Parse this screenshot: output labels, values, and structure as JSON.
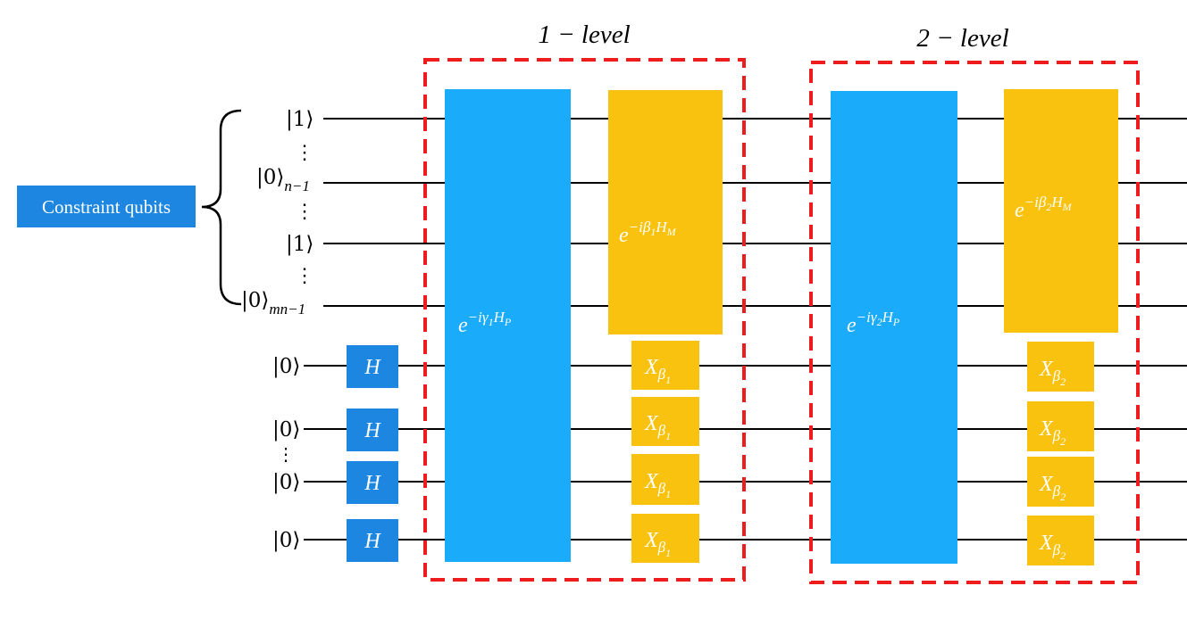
{
  "colors": {
    "wire": "#000000",
    "blue_block": "#1aabfa",
    "yellow_block": "#f8c20f",
    "h_gate": "#1c86e0",
    "constraint_box": "#1c86e0",
    "level_border": "#ee1c1c",
    "gate_text": "#ffffff"
  },
  "constraint_label": "Constraint qubits",
  "levels": [
    {
      "title": "1 − level",
      "phase_op": {
        "base": "e",
        "exp": "−iγ",
        "sub": "1",
        "tail": "H",
        "tail_sub": "P"
      },
      "mixer_op": {
        "base": "e",
        "exp": "−iβ",
        "sub": "1",
        "tail": "H",
        "tail_sub": "M"
      },
      "x_gate": {
        "base": "X",
        "sub": "β",
        "subsub": "1"
      }
    },
    {
      "title": "2 − level",
      "phase_op": {
        "base": "e",
        "exp": "−iγ",
        "sub": "2",
        "tail": "H",
        "tail_sub": "P"
      },
      "mixer_op": {
        "base": "e",
        "exp": "−iβ",
        "sub": "2",
        "tail": "H",
        "tail_sub": "M"
      },
      "x_gate": {
        "base": "X",
        "sub": "β",
        "subsub": "2"
      }
    }
  ],
  "constraint_inputs": [
    {
      "ket": "|1⟩",
      "sub": ""
    },
    {
      "ket": "|0⟩",
      "sub": "n−1"
    },
    {
      "ket": "|1⟩",
      "sub": ""
    },
    {
      "ket": "|0⟩",
      "sub": "mn−1"
    }
  ],
  "ancilla_inputs": [
    {
      "ket": "|0⟩",
      "gate": "H"
    },
    {
      "ket": "|0⟩",
      "gate": "H"
    },
    {
      "ket": "|0⟩",
      "gate": "H"
    },
    {
      "ket": "|0⟩",
      "gate": "H"
    }
  ],
  "ellipsis": "⋮"
}
